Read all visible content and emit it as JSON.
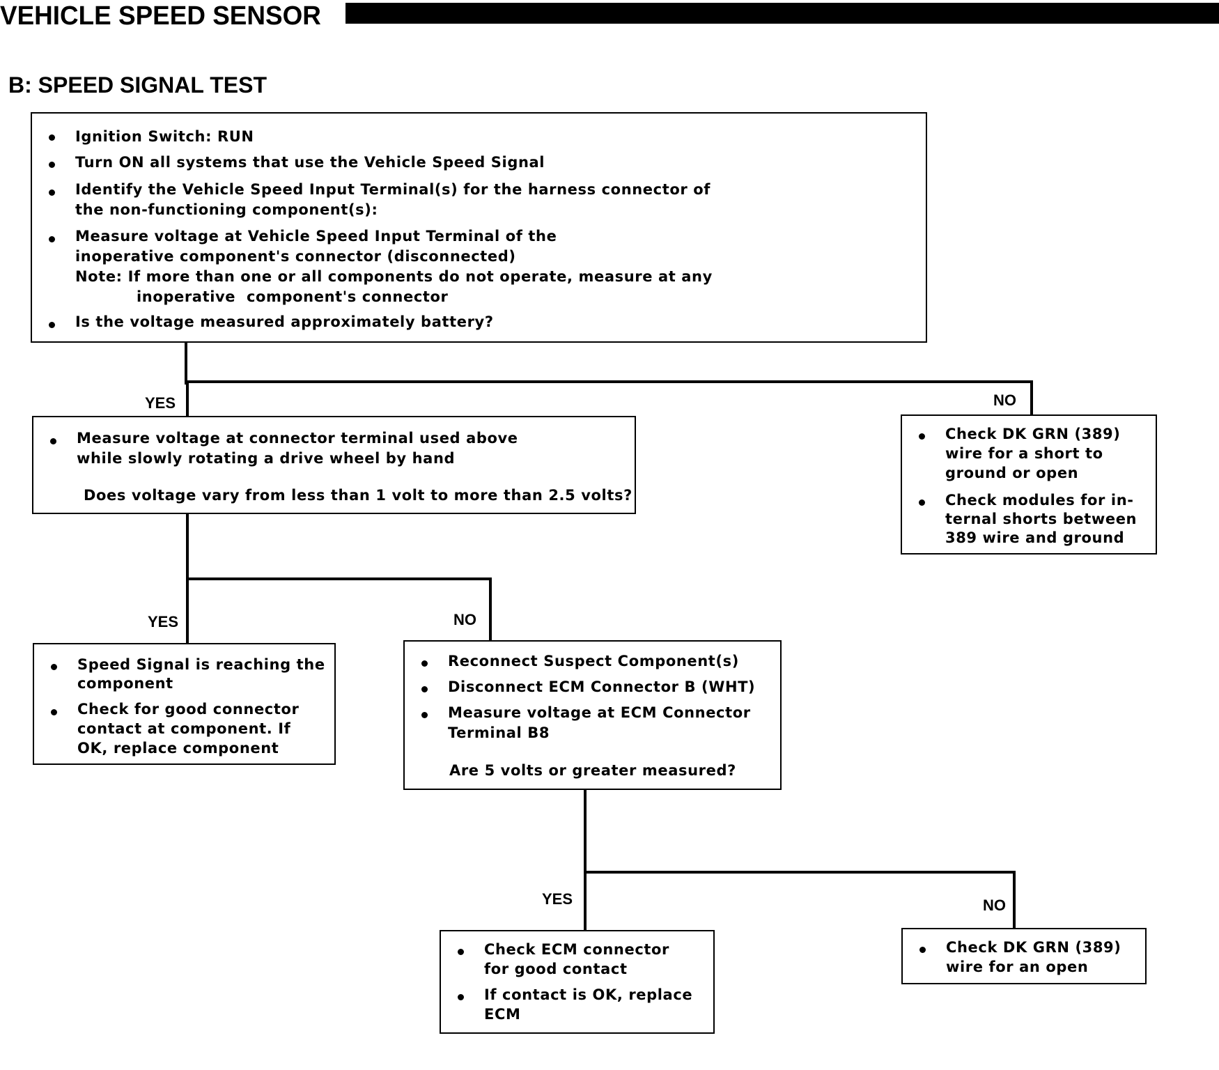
{
  "header": {
    "title": "VEHICLE SPEED SENSOR"
  },
  "section": {
    "title": "B: SPEED SIGNAL TEST"
  },
  "box1": {
    "items": [
      "Ignition Switch: RUN",
      "Turn ON all systems that use the Vehicle Speed Signal",
      "Identify the Vehicle Speed Input Terminal(s) for the harness connector of",
      "the non-functioning component(s):",
      "Measure voltage at Vehicle Speed Input Terminal of the",
      "inoperative component's connector (disconnected)",
      "Note: If more than one or all components do not operate, measure at any",
      "inoperative  component's connector",
      "Is the voltage measured approximately battery?"
    ]
  },
  "box2": {
    "items": [
      "Measure voltage at connector terminal used above",
      "while slowly rotating a drive wheel by hand",
      "Does voltage vary from less than 1 volt to more than 2.5 volts?"
    ]
  },
  "box3": {
    "items": [
      "Check DK GRN (389)",
      "wire for a short to",
      "ground or open",
      "Check modules for in-",
      "ternal shorts between",
      "389 wire and ground"
    ]
  },
  "box4": {
    "items": [
      "Speed Signal is reaching the",
      "component",
      "Check for good connector",
      "contact at component. If",
      "OK, replace component"
    ]
  },
  "box5": {
    "items": [
      "Reconnect Suspect Component(s)",
      "Disconnect ECM Connector B (WHT)",
      "Measure voltage at ECM Connector",
      "Terminal B8",
      "Are 5 volts or greater measured?"
    ]
  },
  "box6": {
    "items": [
      "Check ECM connector",
      "for good contact",
      "If contact is OK, replace",
      "ECM"
    ]
  },
  "box7": {
    "items": [
      "Check DK GRN (389)",
      "wire for an open"
    ]
  },
  "labels": {
    "yes1": "YES",
    "no1": "NO",
    "yes2": "YES",
    "no2": "NO",
    "yes3": "YES",
    "no3": "NO"
  }
}
